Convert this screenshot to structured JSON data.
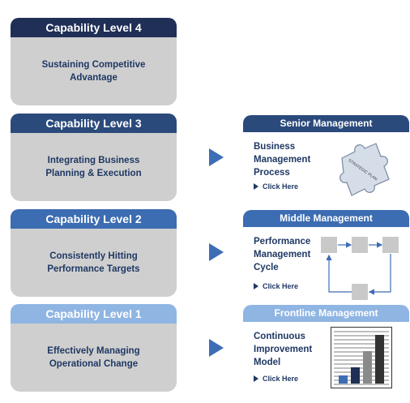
{
  "levels": [
    {
      "header": "Capability Level 4",
      "text": "Sustaining Competitive Advantage"
    },
    {
      "header": "Capability Level 3",
      "text": "Integrating Business Planning & Execution"
    },
    {
      "header": "Capability Level 2",
      "text": "Consistently Hitting Performance Targets"
    },
    {
      "header": "Capability Level 1",
      "text": "Effectively Managing Operational Change"
    }
  ],
  "management": [
    {
      "header": "Senior Management",
      "title": "Business Management Process",
      "link": "Click Here",
      "puzzle_text": "STRATEGIC PLAN"
    },
    {
      "header": "Middle Management",
      "title": "Performance Management Cycle",
      "link": "Click Here"
    },
    {
      "header": "Frontline Management",
      "title": "Continuous Improvement Model",
      "link": "Click Here"
    }
  ],
  "colors": {
    "level4": "#1f2f56",
    "level3": "#2b4a7c",
    "level2": "#3c6cb1",
    "level1": "#8fb5e3",
    "body_grey": "#cfcfcf",
    "arrow_blue": "#3d6db5"
  },
  "icons": {
    "puzzle": "puzzle-piece-icon",
    "cycle": "cycle-flow-icon",
    "chart": "bar-chart-icon"
  },
  "chart_data": {
    "type": "bar",
    "values": [
      1,
      2,
      4,
      6
    ]
  }
}
